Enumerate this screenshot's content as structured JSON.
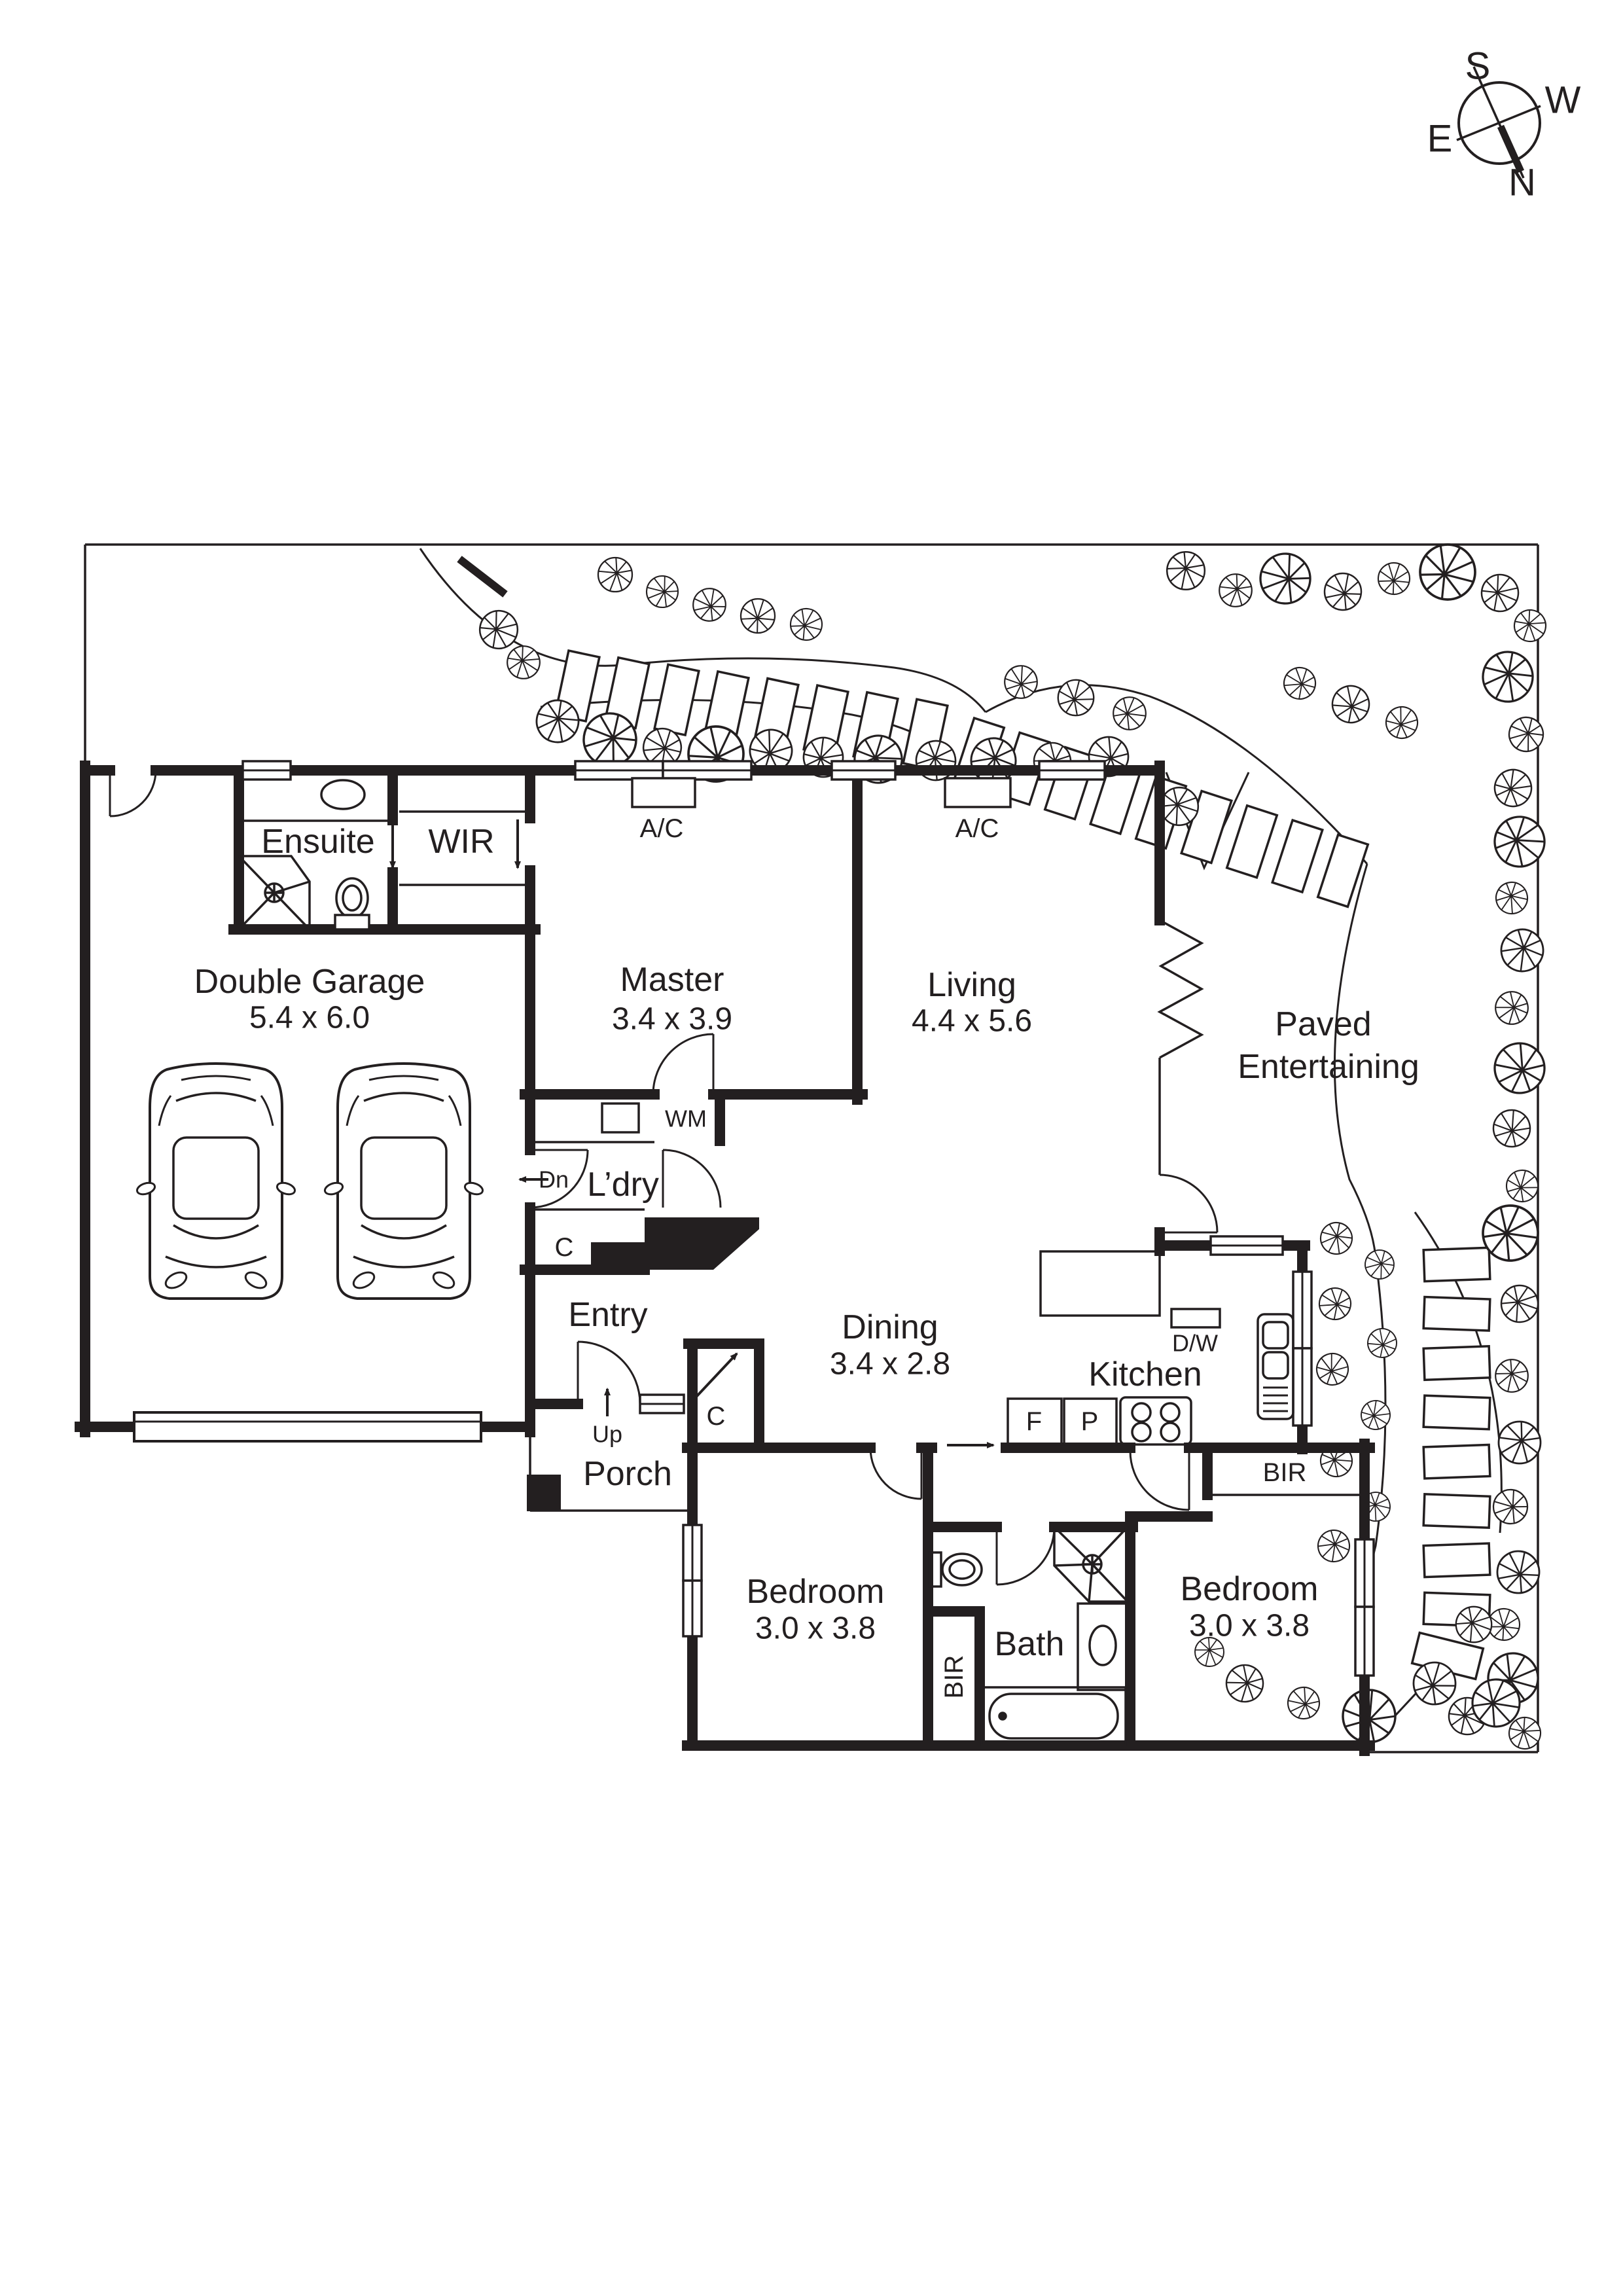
{
  "compass": {
    "top": "S",
    "right": "W",
    "left": "E",
    "bottom": "N"
  },
  "rooms": {
    "ensuite": {
      "name": "Ensuite"
    },
    "wir": {
      "name": "WIR"
    },
    "master": {
      "name": "Master",
      "dims": "3.4 x 3.9"
    },
    "living": {
      "name": "Living",
      "dims": "4.4 x 5.6"
    },
    "paved": {
      "line1": "Paved",
      "line2": "Entertaining"
    },
    "garage": {
      "name": "Double Garage",
      "dims": "5.4 x 6.0"
    },
    "laundry": {
      "name": "L’dry"
    },
    "entry": {
      "name": "Entry"
    },
    "dining": {
      "name": "Dining",
      "dims": "3.4 x 2.8"
    },
    "kitchen": {
      "name": "Kitchen"
    },
    "porch": {
      "name": "Porch"
    },
    "bedroom2": {
      "name": "Bedroom",
      "dims": "3.0 x 3.8"
    },
    "bath": {
      "name": "Bath"
    },
    "bedroom3": {
      "name": "Bedroom",
      "dims": "3.0 x 3.8"
    }
  },
  "fixtures": {
    "ac": "A/C",
    "wm": "WM",
    "dw": "D/W",
    "fridge": "F",
    "pantry": "P",
    "bir": "BIR",
    "cupboard": "C",
    "down": "Dn",
    "up": "Up"
  },
  "colors": {
    "ink": "#231f20",
    "paper": "#ffffff"
  }
}
